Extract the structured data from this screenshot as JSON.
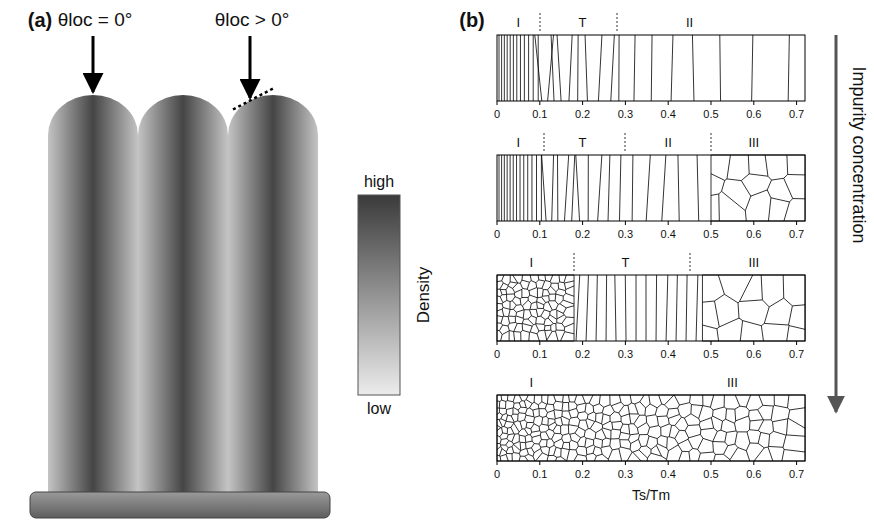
{
  "diagram": {
    "labels": [
      "(a)",
      "θloc = 0°",
      "θloc > 0°",
      "high",
      "Density",
      "low",
      "(b)",
      "I",
      "T",
      "II",
      "0",
      "0.1",
      "0.2",
      "0.3",
      "0.4",
      "0.5",
      "0.6",
      "0.7",
      "I",
      "T",
      "II",
      "III",
      "0",
      "0.1",
      "0.2",
      "0.3",
      "0.4",
      "0.5",
      "0.6",
      "0.7",
      "I",
      "T",
      "III",
      "0",
      "0.1",
      "0.2",
      "0.3",
      "0.4",
      "0.5",
      "0.6",
      "0.7",
      "I",
      "III",
      "0",
      "0.1",
      "0.2",
      "0.3",
      "0.4",
      "0.5",
      "0.6",
      "0.7",
      "Ts/Tm",
      "Impurity concentration"
    ]
  }
}
